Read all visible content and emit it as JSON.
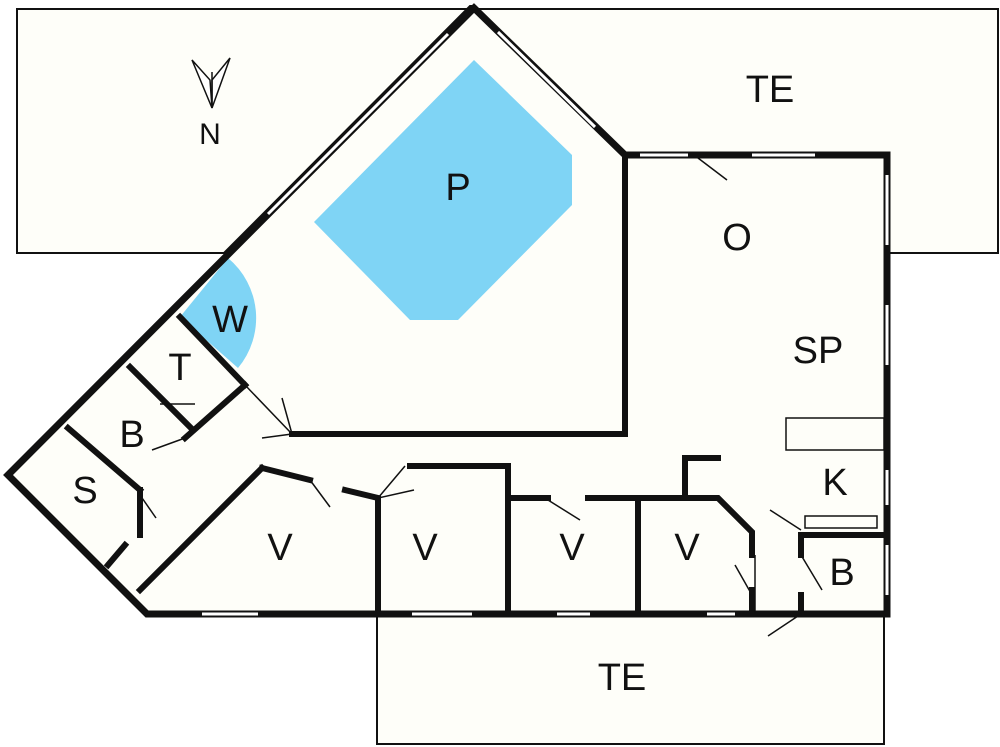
{
  "colors": {
    "pool": "#7fd4f5",
    "floor": "#fefef9",
    "wall": "#111111",
    "background": "#ffffff"
  },
  "compass": {
    "label": "N",
    "icon": "north-arrow-icon"
  },
  "rooms": {
    "terrace_top": "TE",
    "terrace_bottom": "TE",
    "pool": "P",
    "whirlpool": "W",
    "living": "O",
    "sauna_room": "SP",
    "kitchen": "K",
    "toilet": "T",
    "bath_left": "B",
    "sauna": "S",
    "bedroom_1": "V",
    "bedroom_2": "V",
    "bedroom_3": "V",
    "bedroom_4": "V",
    "bath_right": "B"
  }
}
